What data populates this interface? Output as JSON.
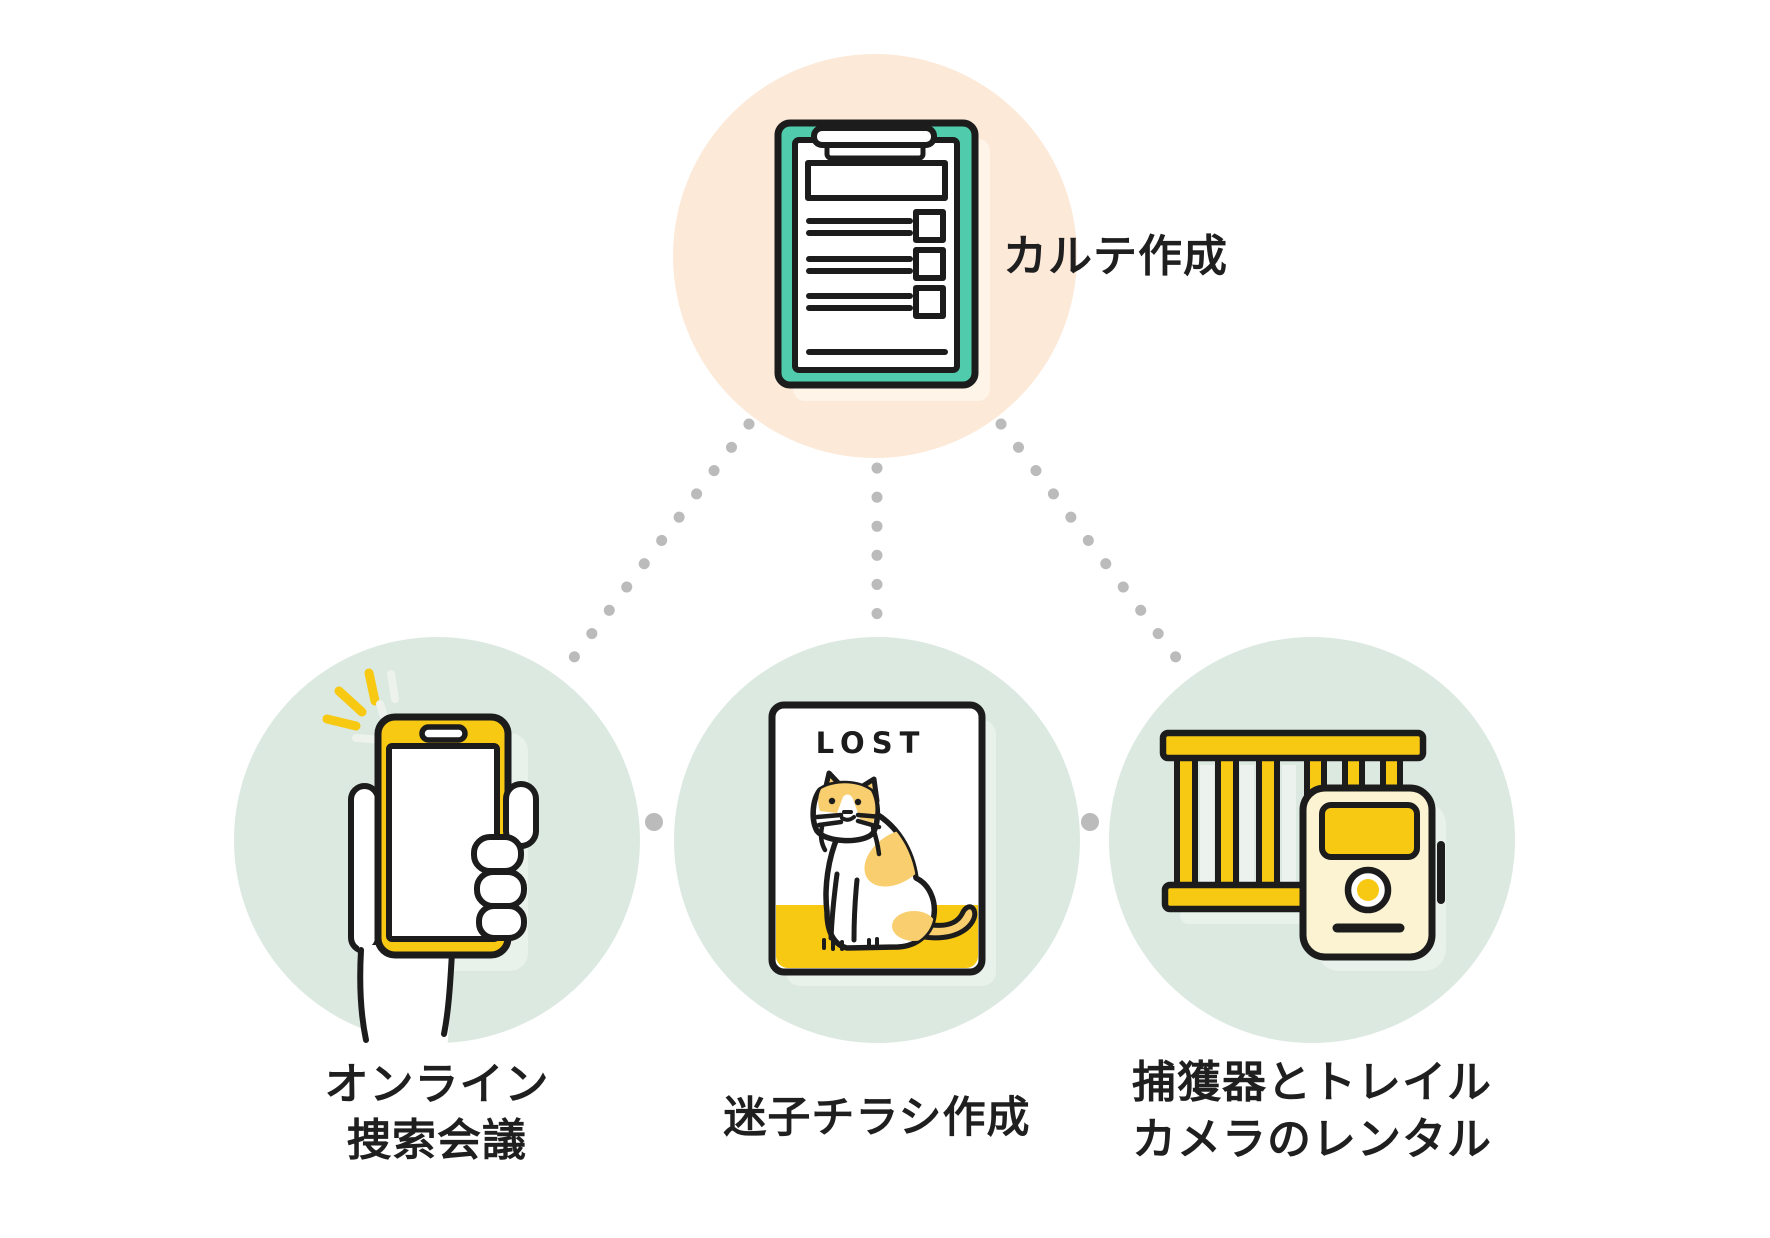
{
  "nodes": {
    "root": {
      "label": "カルテ作成",
      "icon": "clipboard-checklist-icon"
    },
    "online_meeting": {
      "label_line1": "オンライン",
      "label_line2": "捜索会議",
      "icon": "hand-holding-smartphone-icon"
    },
    "flyer": {
      "label": "迷子チラシ作成",
      "poster_title": "LOST",
      "icon": "lost-cat-poster-icon"
    },
    "rental": {
      "label_line1": "捕獲器とトレイル",
      "label_line2": "カメラのレンタル",
      "icon": "trap-cage-and-trail-camera-icon"
    }
  },
  "colors": {
    "background": "#FFFFFF",
    "root_circle": "#FCE9D8",
    "child_circle": "#DBE9E1",
    "inner_shadow": "#E9F1EB",
    "connector_dot": "#BBBBBB",
    "outline": "#1C1C1C",
    "teal": "#50CBAB",
    "yellow": "#F8C913",
    "soft_yellow": "#F8CE6E",
    "cream": "#FCF3D3",
    "text": "#1F1F1F"
  }
}
